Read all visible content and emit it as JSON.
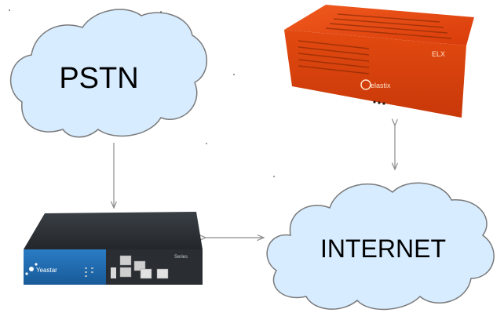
{
  "clouds": {
    "pstn": {
      "label": "PSTN"
    },
    "internet": {
      "label": "INTERNET"
    }
  },
  "devices": {
    "gateway": {
      "brand_text": "Yeastar",
      "model_text": "Series",
      "color": "#2b2f33",
      "front_color": "#1f6fb6"
    },
    "server": {
      "brand_text": "elastix",
      "model_text": "ELX",
      "color": "#e34a10"
    }
  },
  "colors": {
    "cloud_fill": "#d7ecff",
    "cloud_stroke": "#7a7a7a",
    "connector": "#8a8a8a"
  }
}
